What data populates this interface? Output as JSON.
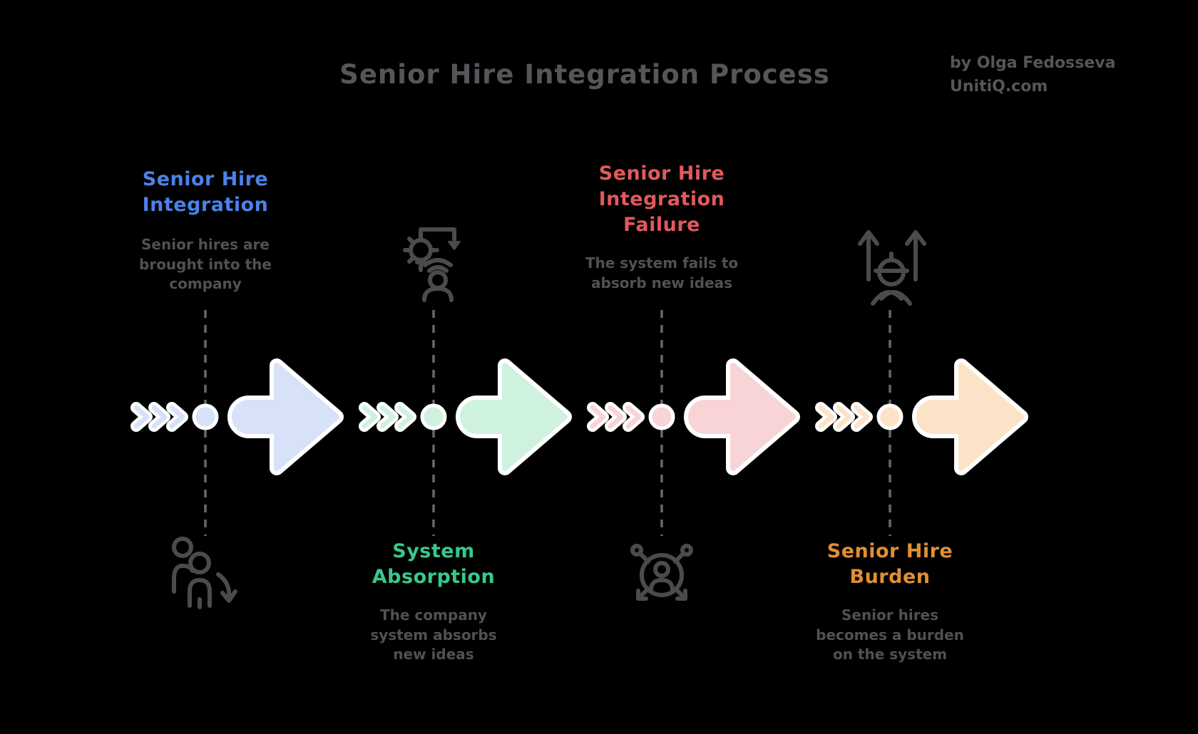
{
  "background": "#000000",
  "text_color": "#515155",
  "icon_color": "#4b4b4e",
  "header": {
    "title": "Senior Hire Integration Process",
    "title_color": "#56565a",
    "byline": "by Olga Fedosseva\nUnitiQ.com"
  },
  "timeline": {
    "outline_color": "#ffffff",
    "dash_color": "#68686b"
  },
  "stages": [
    {
      "name": "Senior Hire\nIntegration",
      "description": "Senior hires are\nbrought into the\ncompany",
      "accent": "#4b82ea",
      "fill": "#d7e1f8",
      "label_position": "above",
      "icon": "new-hires-joining"
    },
    {
      "name": "System\nAbsorption",
      "description": "The company\nsystem absorbs\nnew ideas",
      "accent": "#38c88b",
      "fill": "#cff2df",
      "label_position": "below",
      "icon": "idea-absorption"
    },
    {
      "name": "Senior Hire\nIntegration\nFailure",
      "description": "The system fails to\nabsorb new ideas",
      "accent": "#e2595c",
      "fill": "#f8d4d7",
      "label_position": "above",
      "icon": "system-rejection"
    },
    {
      "name": "Senior Hire\nBurden",
      "description": "Senior hires\nbecomes a burden\non the system",
      "accent": "#e08f35",
      "fill": "#fce3c8",
      "label_position": "below",
      "icon": "overloaded-worker"
    }
  ]
}
